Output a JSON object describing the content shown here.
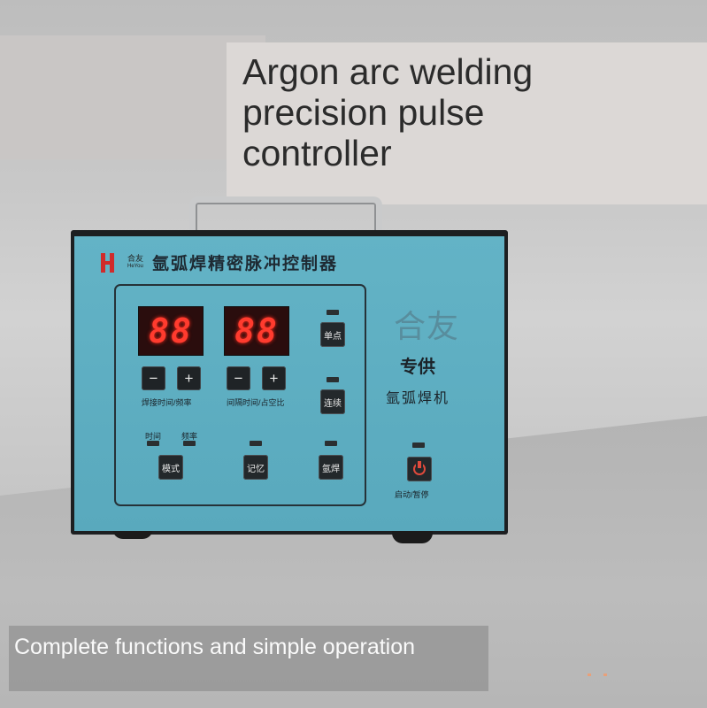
{
  "headline": "Argon arc welding precision pulse controller",
  "caption": "Complete functions and simple operation",
  "device": {
    "brand_name": "合友",
    "brand_sub": "HeYou",
    "title": "氩弧焊精密脉冲控制器",
    "display_left": "88",
    "display_right": "88",
    "minus": "−",
    "plus": "+",
    "label_weld_time": "焊接时间/频率",
    "label_interval_time": "间隔时间/占空比",
    "label_time": "时间",
    "label_freq": "频率",
    "btn_single": "单点",
    "btn_continuous": "连续",
    "btn_mode": "模式",
    "btn_memory": "记忆",
    "btn_argon": "氩焊",
    "label_start_pause": "启动/暂停",
    "side_brand": "合友",
    "side_supply": "专供",
    "side_machine": "氩弧焊机"
  },
  "colors": {
    "panel_face": "#5fb0c4",
    "display_digit": "#ff3b2e",
    "power_icon": "#e04a3c"
  }
}
